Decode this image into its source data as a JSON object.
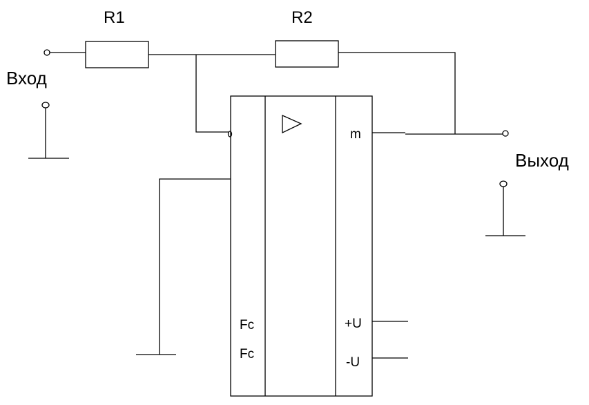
{
  "labels": {
    "r1": "R1",
    "r2": "R2",
    "input": "Вход",
    "output": "Выход",
    "pin_m": "m",
    "pin_fc_1": "Fc",
    "pin_fc_2": "Fc",
    "pin_plus_u": "+U",
    "pin_minus_u": "-U"
  },
  "icons": {
    "amplifier": "amplifier-triangle-icon",
    "ground": "ground-icon",
    "terminal": "terminal-circle-icon"
  }
}
